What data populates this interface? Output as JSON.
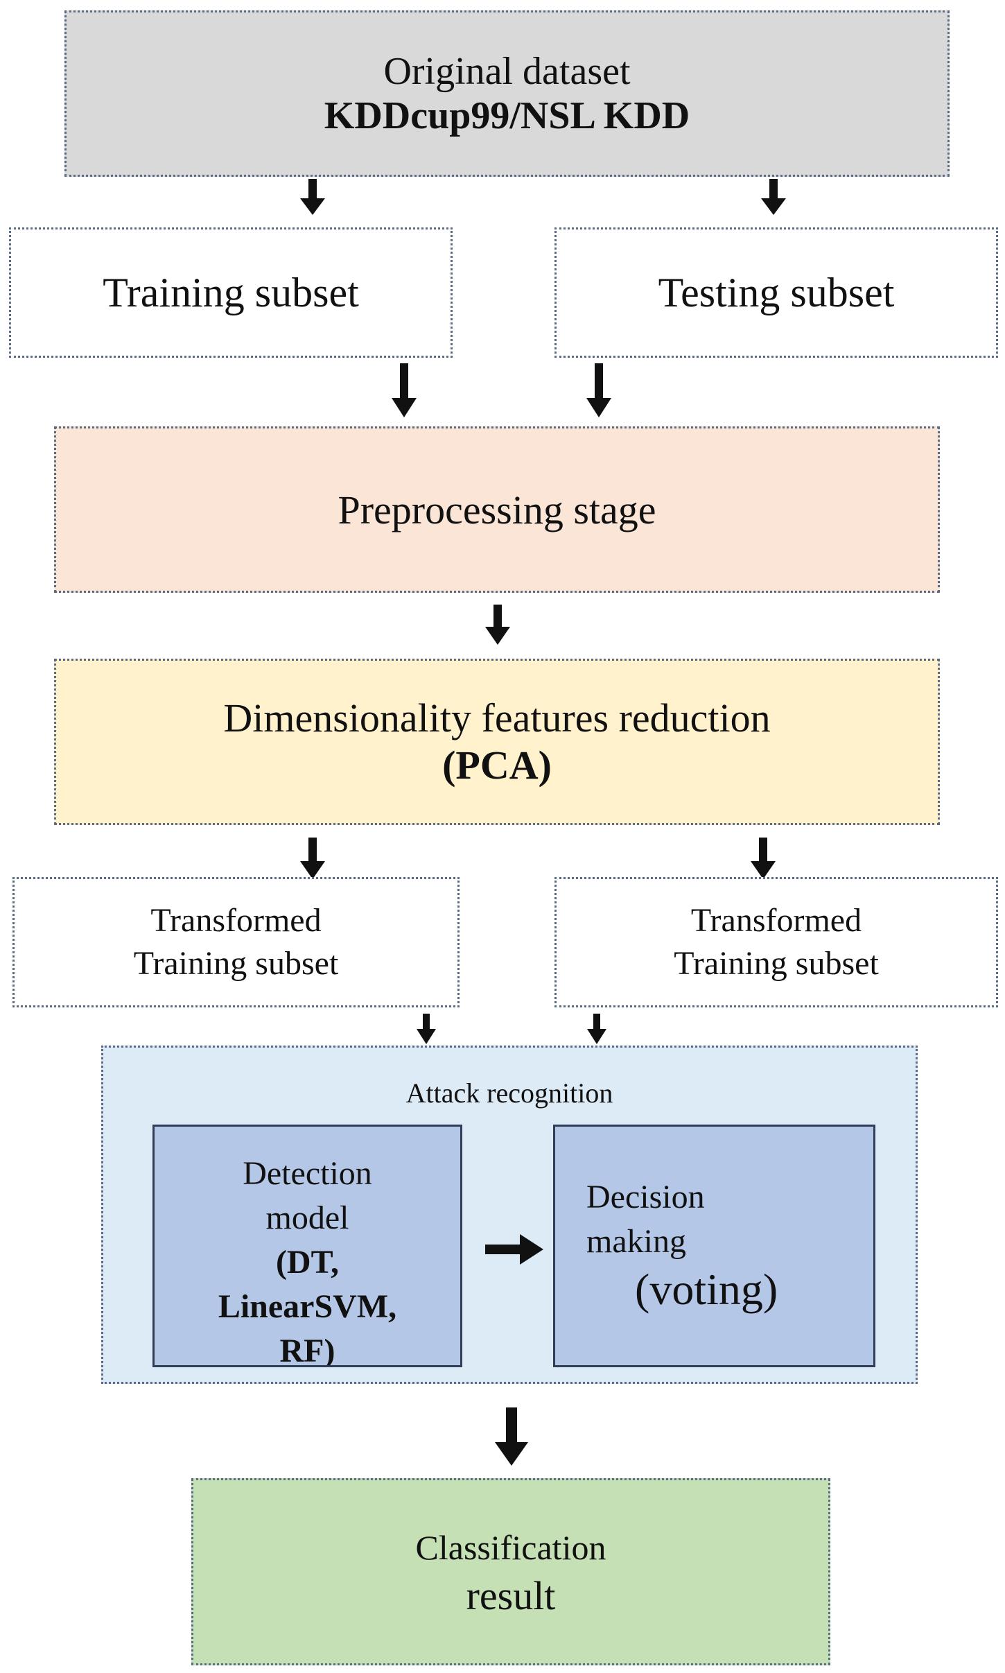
{
  "original": {
    "title": "Original dataset",
    "subtitle": "KDDcup99/NSL KDD"
  },
  "training": {
    "label": "Training subset"
  },
  "testing": {
    "label": "Testing subset"
  },
  "preprocessing": {
    "label": "Preprocessing stage"
  },
  "pca": {
    "line1": "Dimensionality features reduction",
    "line2": "(PCA)"
  },
  "transformed_left": {
    "line1": "Transformed",
    "line2": "Training subset"
  },
  "transformed_right": {
    "line1": "Transformed",
    "line2": "Training subset"
  },
  "attack": {
    "title": "Attack recognition",
    "detection": {
      "line1": "Detection",
      "line2": "model",
      "line3": "(DT,",
      "line4": "LinearSVM,",
      "line5": "RF)"
    },
    "decision": {
      "line1": "Decision",
      "line2": "making",
      "line3": "(voting)"
    }
  },
  "classification": {
    "line1": "Classification",
    "line2": "result"
  },
  "colors": {
    "original_bg": "#d9d9d9",
    "preprocessing_bg": "#fbe5d6",
    "pca_bg": "#fff2cc",
    "attack_bg": "#ddebf7",
    "inner_bg": "#b4c7e7",
    "classification_bg": "#c5e0b4",
    "arrow": "#111111"
  }
}
